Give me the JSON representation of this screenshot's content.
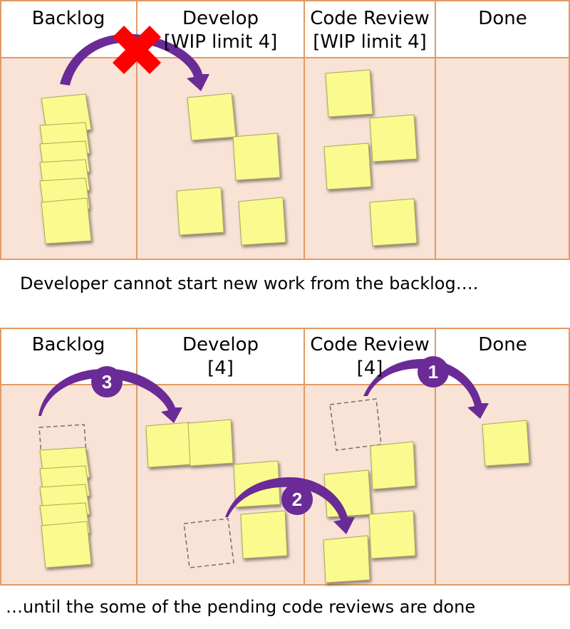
{
  "board1": {
    "columns": [
      {
        "title": "Backlog",
        "subtitle": ""
      },
      {
        "title": "Develop",
        "subtitle": "[WIP limit 4]"
      },
      {
        "title": "Code Review",
        "subtitle": "[WIP limit 4]"
      },
      {
        "title": "Done",
        "subtitle": ""
      }
    ],
    "caption": "Developer cannot start new work from the backlog…."
  },
  "board2": {
    "columns": [
      {
        "title": "Backlog",
        "subtitle": ""
      },
      {
        "title": "Develop",
        "subtitle": "[4]"
      },
      {
        "title": "Code Review",
        "subtitle": "[4]"
      },
      {
        "title": "Done",
        "subtitle": ""
      }
    ],
    "step_labels": [
      "1",
      "2",
      "3"
    ],
    "caption": "…until the some of the pending code reviews are done"
  },
  "colors": {
    "board_fill": "#f9e3d6",
    "board_border": "#e39a63",
    "sticky_note": "#fafa8e",
    "arrow": "#6a2b97",
    "blocked_cross": "#ff0000"
  }
}
